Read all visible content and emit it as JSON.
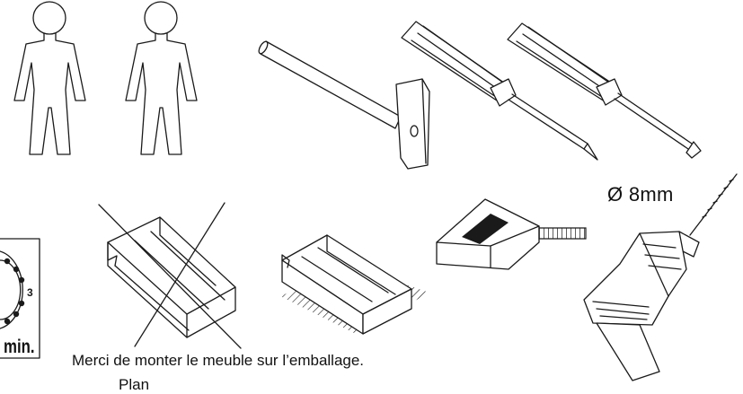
{
  "labels": {
    "drill_size": "Ø 8mm",
    "caption_line_1": "Merci de monter le meuble sur l’emballage.",
    "caption_line_2": "Plan",
    "time_unit": "min.",
    "time_mark": "3"
  }
}
